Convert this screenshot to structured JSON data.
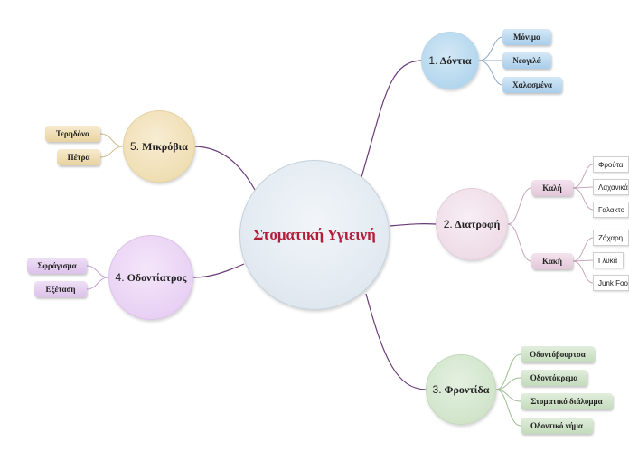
{
  "central": {
    "label": "Στοματική Υγιεινή"
  },
  "branches": {
    "teeth": {
      "num": "1.",
      "label": "Δόντια",
      "items": [
        "Μόνιμα",
        "Νεογιλά",
        "Χαλασμένα"
      ]
    },
    "diet": {
      "num": "2.",
      "label": "Διατροφή",
      "good": {
        "label": "Καλή",
        "items": [
          "Φρούτα",
          "Λαχανικά",
          "Γαλακτο"
        ]
      },
      "bad": {
        "label": "Κακή",
        "items": [
          "Ζάχαρη",
          "Γλυκά",
          "Junk Foo"
        ]
      }
    },
    "care": {
      "num": "3.",
      "label": "Φροντίδα",
      "items": [
        "Οδοντόβουρτσα",
        "Οδοντόκρεμα",
        "Στοματικό διάλυμμα",
        "Οδοντικό νήμα"
      ]
    },
    "dentist": {
      "num": "4.",
      "label": "Οδοντίατρος",
      "items": [
        "Σφράγισμα",
        "Εξέταση"
      ]
    },
    "microbes": {
      "num": "5.",
      "label": "Μικρόβια",
      "items": [
        "Τερηδόνα",
        "Πέτρα"
      ]
    }
  },
  "colors": {
    "link": "#6b3a78",
    "central_text": "#b01e3a"
  }
}
